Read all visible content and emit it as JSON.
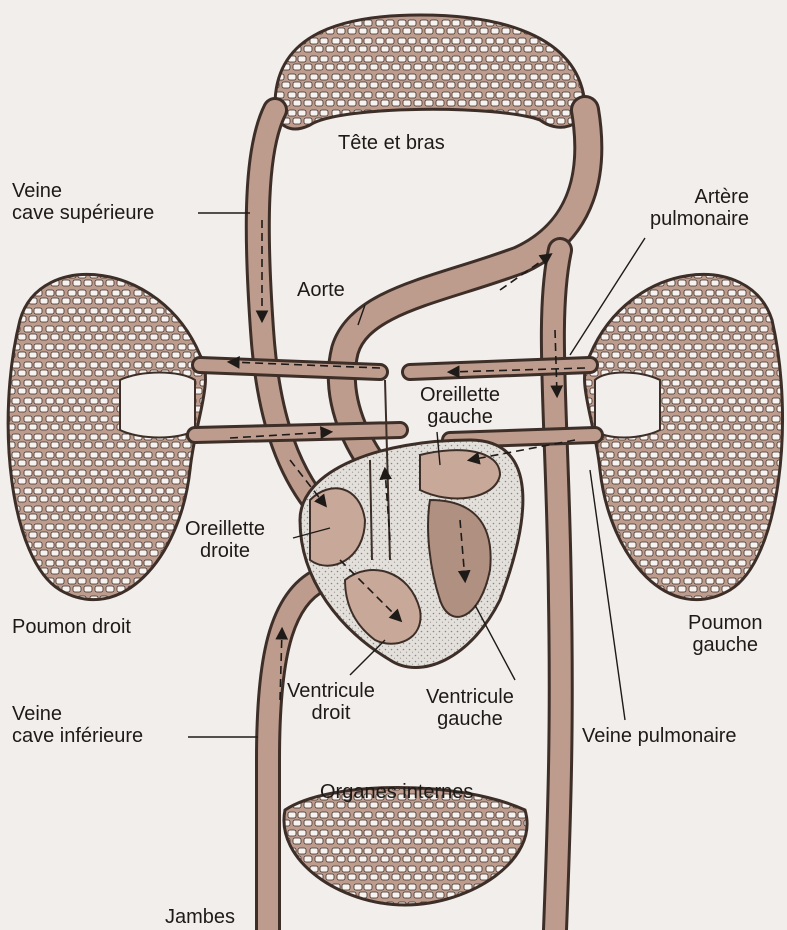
{
  "colors": {
    "background": "#f1eeeb",
    "vessel": "#bd9c8d",
    "vessel_outline": "#3d2e28",
    "heart_muscle": "#dcd8d3",
    "text": "#1e1a18"
  },
  "labels": {
    "head_arms": "Tête et bras",
    "superior_vena_cava": [
      "Veine",
      "cave supérieure"
    ],
    "pulmonary_artery": [
      "Artère",
      "pulmonaire"
    ],
    "aorta": "Aorte",
    "left_atrium": [
      "Oreillette",
      "gauche"
    ],
    "right_atrium": [
      "Oreillette",
      "droite"
    ],
    "right_lung": "Poumon droit",
    "left_lung": [
      "Poumon",
      "gauche"
    ],
    "right_ventricle": [
      "Ventricule",
      "droit"
    ],
    "left_ventricle": [
      "Ventricule",
      "gauche"
    ],
    "inferior_vena_cava": [
      "Veine",
      "cave inférieure"
    ],
    "pulmonary_vein": "Veine pulmonaire",
    "internal_organs": "Organes internes",
    "legs": "Jambes"
  }
}
